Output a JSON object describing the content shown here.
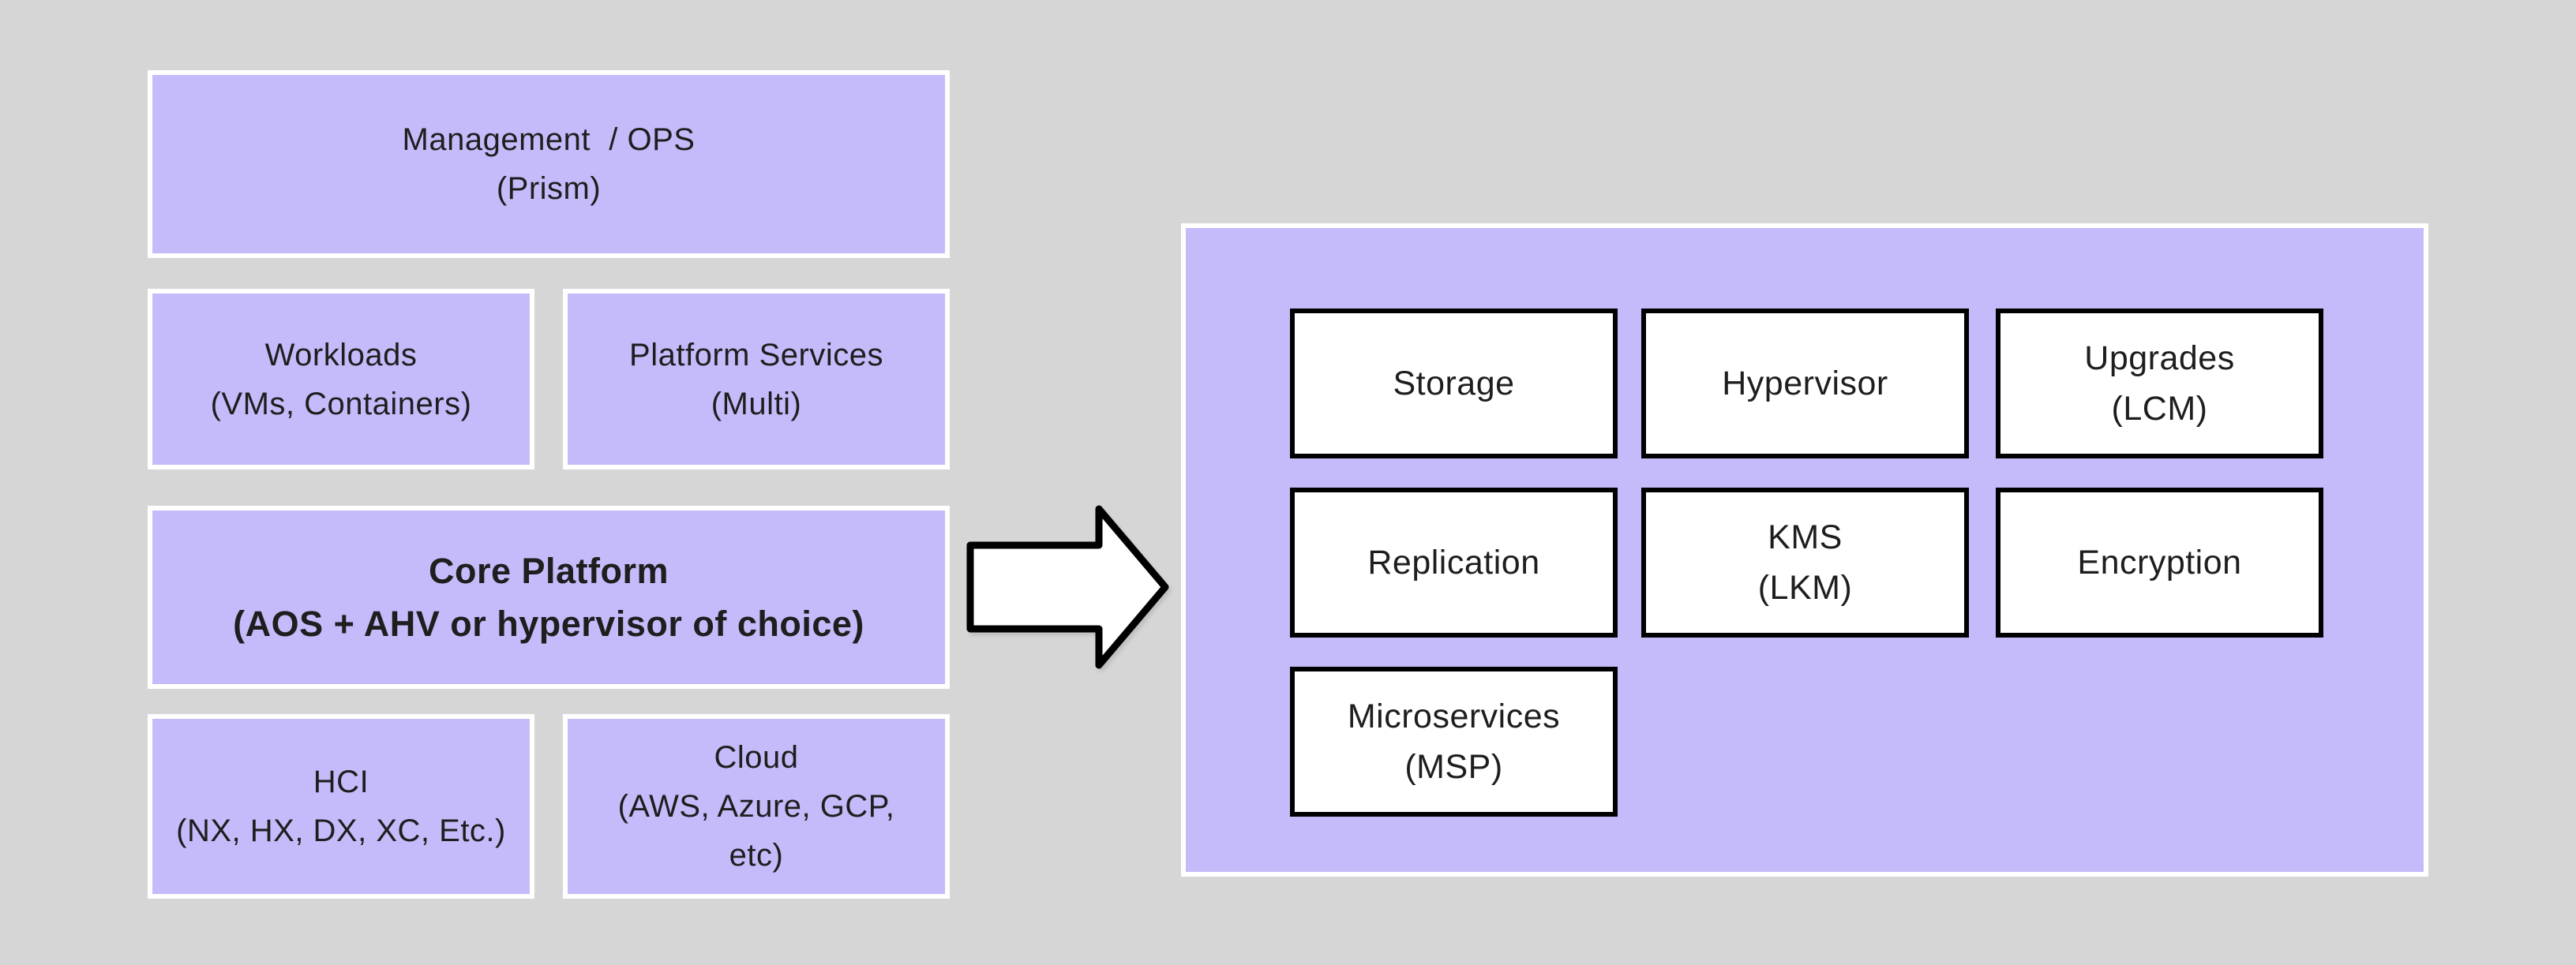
{
  "palette": {
    "background_gray": "#d6d6d6",
    "purple_fill": "#c5bbfa",
    "white": "#ffffff",
    "black": "#000000",
    "text_color": "#1e1e1e"
  },
  "left_stack": {
    "management": {
      "lines": [
        "Management  / OPS",
        "(Prism)",
        ""
      ]
    },
    "workloads": {
      "lines": [
        "Workloads",
        "(VMs, Containers)",
        ""
      ]
    },
    "platform_services": {
      "lines": [
        "Platform Services",
        "(Multi)",
        ""
      ]
    },
    "core_platform": {
      "lines": [
        "Core Platform",
        "(AOS + AHV or hypervisor of choice)",
        ""
      ]
    },
    "hci": {
      "lines": [
        "HCI",
        "(NX, HX, DX, XC, Etc.)",
        ""
      ]
    },
    "cloud": {
      "lines": [
        "Cloud",
        "(AWS, Azure, GCP,",
        "etc)"
      ]
    }
  },
  "right_panel": {
    "storage": {
      "lines": [
        "Storage",
        "",
        ""
      ]
    },
    "hypervisor": {
      "lines": [
        "Hypervisor",
        "",
        ""
      ]
    },
    "upgrades": {
      "lines": [
        "Upgrades",
        "(LCM)",
        ""
      ]
    },
    "replication": {
      "lines": [
        "Replication",
        "",
        ""
      ]
    },
    "kms": {
      "lines": [
        "KMS",
        "(LKM)",
        ""
      ]
    },
    "encryption": {
      "lines": [
        "Encryption",
        "",
        ""
      ]
    },
    "microservices": {
      "lines": [
        "Microservices",
        "(MSP)",
        ""
      ]
    }
  },
  "arrow": {
    "meaning": "right-arrow"
  }
}
